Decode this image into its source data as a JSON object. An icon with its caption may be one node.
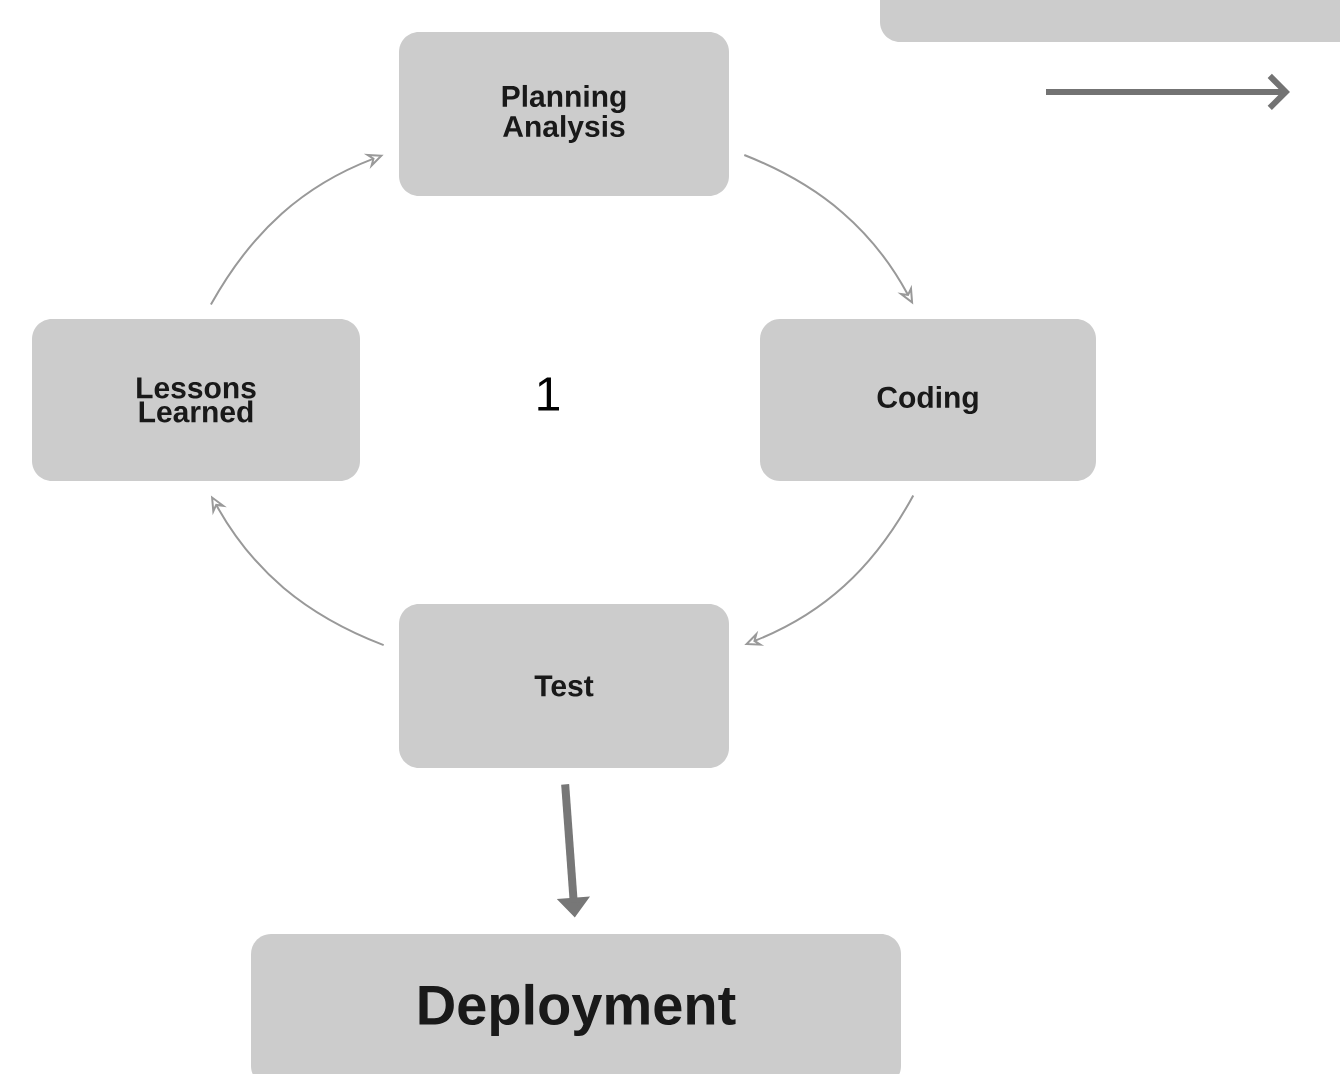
{
  "diagram": {
    "nodes": [
      {
        "text": [
          "Planning Analysis"
        ]
      },
      {
        "text": [
          "Coding"
        ]
      },
      {
        "text": [
          "Test"
        ]
      },
      {
        "text": [
          "Lessons Learned"
        ]
      },
      {
        "text": [
          "Deployment"
        ]
      },
      {
        "text": [],
        "shape": "box"
      }
    ],
    "edges": [
      {
        "from": 0,
        "to": 1,
        "arrow": "to"
      },
      {
        "from": 1,
        "to": 2,
        "arrow": "to"
      },
      {
        "from": 2,
        "to": 3,
        "arrow": "to"
      },
      {
        "from": 3,
        "to": 0,
        "arrow": "to"
      },
      {
        "from": 2,
        "to": 4,
        "arrow": "to",
        "style": "thick",
        "color": "#777777"
      }
    ],
    "labels": [
      "1"
    ]
  }
}
